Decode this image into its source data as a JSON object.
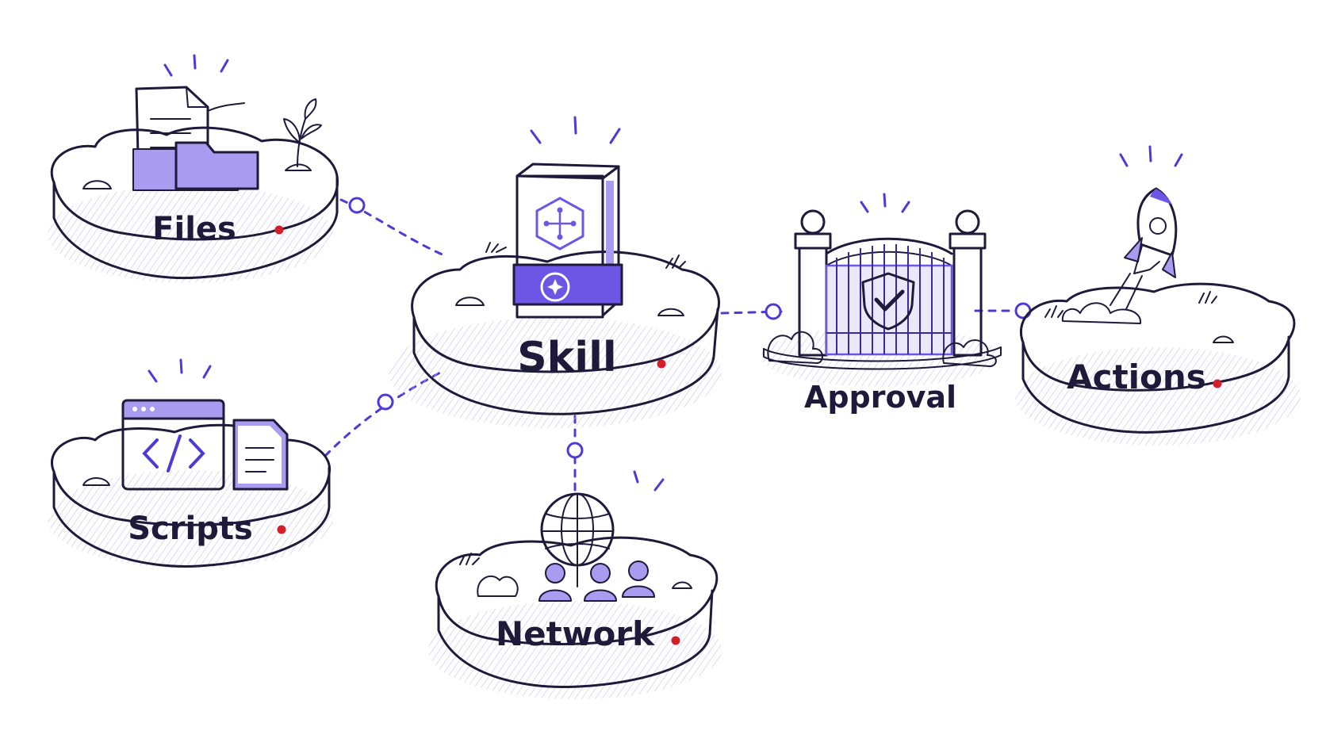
{
  "diagram": {
    "nodes": [
      {
        "id": "files",
        "label": "Files",
        "icon": "files-folder-icon"
      },
      {
        "id": "scripts",
        "label": "Scripts",
        "icon": "code-window-icon"
      },
      {
        "id": "skill",
        "label": "Skill",
        "icon": "skill-book-icon"
      },
      {
        "id": "network",
        "label": "Network",
        "icon": "globe-people-icon"
      },
      {
        "id": "approval",
        "label": "Approval",
        "icon": "shield-gate-icon"
      },
      {
        "id": "actions",
        "label": "Actions",
        "icon": "rocket-icon"
      }
    ],
    "edges": [
      {
        "from": "files",
        "to": "skill"
      },
      {
        "from": "scripts",
        "to": "skill"
      },
      {
        "from": "skill",
        "to": "network"
      },
      {
        "from": "skill",
        "to": "approval"
      },
      {
        "from": "approval",
        "to": "actions"
      }
    ],
    "colors": {
      "ink": "#1d1a3a",
      "accent": "#6d55e6",
      "accent_light": "#a99bf0",
      "connector": "#4d3bd8",
      "marker": "#d21f2a"
    }
  }
}
